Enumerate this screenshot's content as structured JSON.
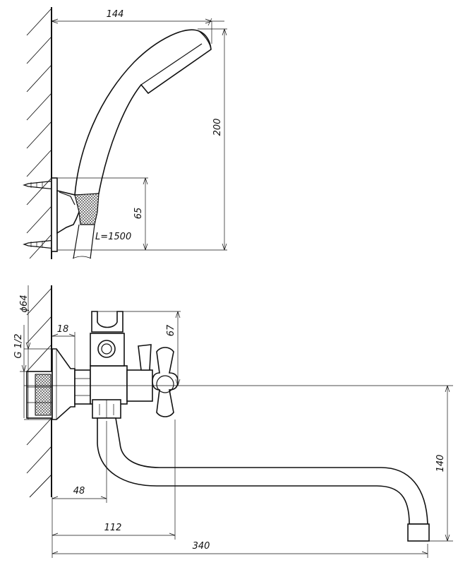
{
  "dimensions": {
    "shower_width": "144",
    "shower_height": "200",
    "holder_height": "65",
    "hose_length": "L=1500",
    "flange_diameter": "ϕ64",
    "thread": "G 1/2",
    "outlet_offset": "18",
    "holder_top": "67",
    "body_offset": "48",
    "handle_offset": "112",
    "spout_length": "340",
    "spout_drop": "140"
  },
  "colors": {
    "line": "#111111",
    "background": "#ffffff",
    "hose_fill": "#cfcfcf"
  }
}
